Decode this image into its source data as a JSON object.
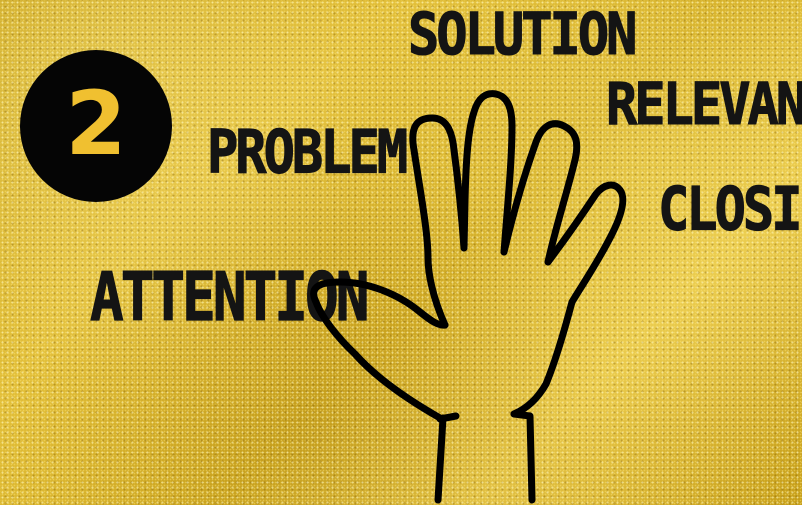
{
  "badge": {
    "number": "2",
    "background_color": "#050505",
    "number_color": "#f0c030"
  },
  "labels": {
    "solution": "SOLUTION",
    "problem": "PROBLEM",
    "relevance": "RELEVANCE",
    "closing": "CLOSING",
    "attention": "ATTENTION"
  },
  "colors": {
    "background": "#d9b42e",
    "text": "#141414",
    "hand_outline": "#000000"
  }
}
